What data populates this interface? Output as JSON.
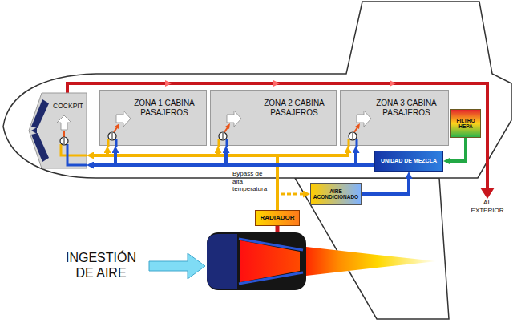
{
  "diagram": {
    "nodes": [
      {
        "text": [
          "COCKPIT"
        ]
      },
      {
        "text": [
          "ZONA 1 CABINA PASAJEROS"
        ]
      },
      {
        "text": [
          "ZONA 2 CABINA PASAJEROS"
        ]
      },
      {
        "text": [
          "ZONA 3 CABINA PASAJEROS"
        ]
      },
      {
        "text": [
          "FILTRO HEPA"
        ]
      },
      {
        "text": [
          "UNIDAD DE MEZCLA"
        ]
      },
      {
        "text": [
          "AIRE ACONDICIONADO"
        ]
      },
      {
        "text": [
          "RADIADOR"
        ]
      }
    ],
    "edges": [
      {
        "from": 7,
        "to": 6,
        "arrow": "to"
      },
      {
        "from": 7,
        "to": 0,
        "arrow": "to"
      },
      {
        "from": 7,
        "to": 1,
        "arrow": "to"
      },
      {
        "from": 7,
        "to": 2,
        "arrow": "to"
      },
      {
        "from": 7,
        "to": 3,
        "arrow": "to"
      },
      {
        "from": 6,
        "to": 5,
        "arrow": "to"
      },
      {
        "from": 4,
        "to": 5,
        "arrow": "to"
      },
      {
        "from": 5,
        "to": 0,
        "arrow": "to"
      },
      {
        "from": 5,
        "to": 1,
        "arrow": "to"
      },
      {
        "from": 5,
        "to": 2,
        "arrow": "to"
      },
      {
        "from": 5,
        "to": 3,
        "arrow": "to"
      }
    ],
    "labels": [
      "Bypass de alta temperatura",
      "INGESTIÓN DE AIRE",
      "AL EXTERIOR"
    ]
  }
}
